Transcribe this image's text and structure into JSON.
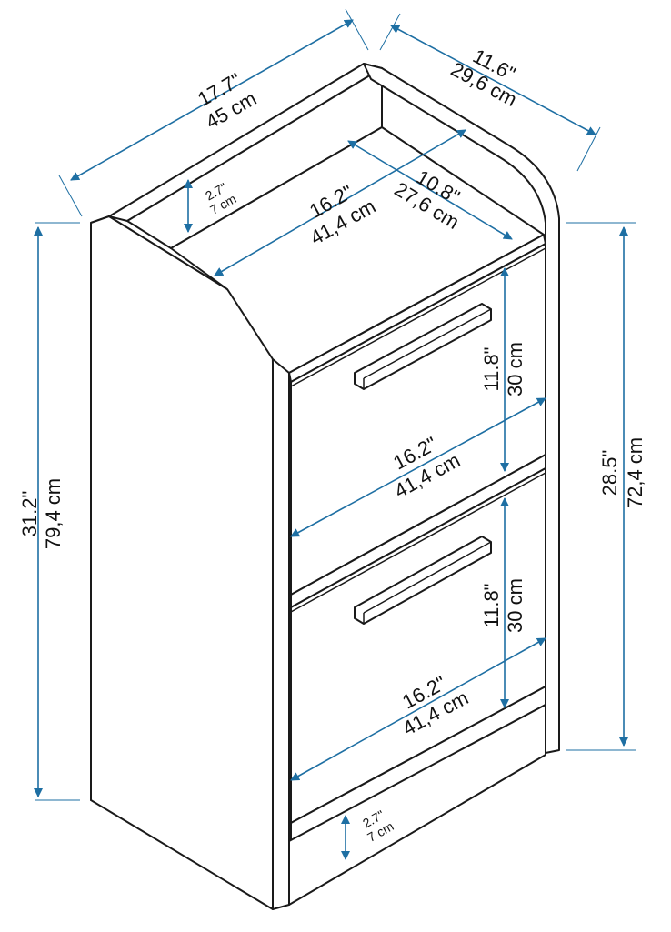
{
  "dimensions": {
    "overall_width": {
      "in": "17.7\"",
      "cm": "45 cm"
    },
    "overall_depth": {
      "in": "11.6\"",
      "cm": "29,6 cm"
    },
    "top_shelf_height": {
      "in": "2.7\"",
      "cm": "7 cm"
    },
    "top_inner_width": {
      "in": "16.2\"",
      "cm": "41,4 cm"
    },
    "top_inner_depth": {
      "in": "10.8\"",
      "cm": "27,6 cm"
    },
    "overall_height": {
      "in": "31.2\"",
      "cm": "79,4 cm"
    },
    "drawer_section_height": {
      "in": "28.5\"",
      "cm": "72,4 cm"
    },
    "drawer1_height": {
      "in": "11.8\"",
      "cm": "30 cm"
    },
    "drawer1_width": {
      "in": "16.2\"",
      "cm": "41,4 cm"
    },
    "drawer2_height": {
      "in": "11.8\"",
      "cm": "30 cm"
    },
    "drawer2_width": {
      "in": "16.2\"",
      "cm": "41,4 cm"
    },
    "plinth_height": {
      "in": "2.7\"",
      "cm": "7 cm"
    }
  },
  "colors": {
    "dimension_line": "#1e6fa3",
    "outline": "#1a1a1a"
  }
}
